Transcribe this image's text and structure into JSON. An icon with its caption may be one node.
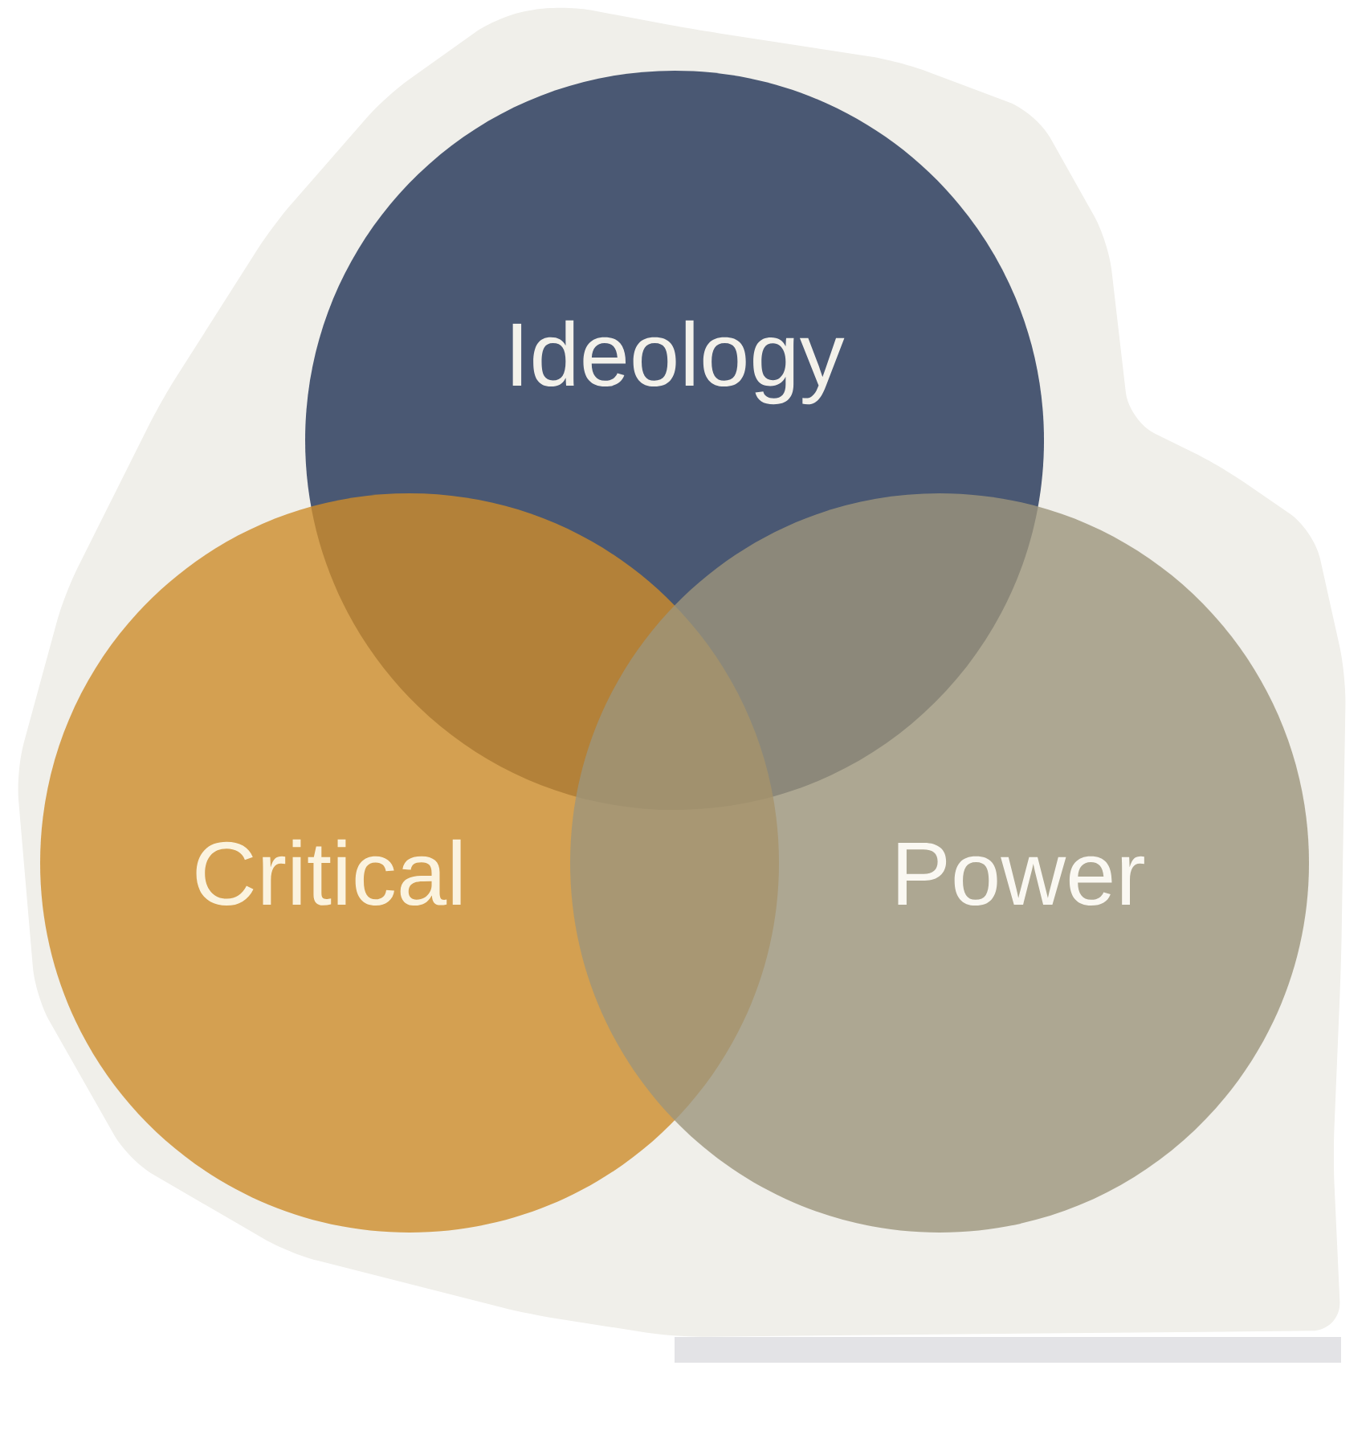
{
  "diagram": {
    "nodes": [
      {
        "text": [
          "Ideology"
        ]
      },
      {
        "text": [
          "Critical"
        ]
      },
      {
        "text": [
          "Power"
        ]
      }
    ]
  }
}
